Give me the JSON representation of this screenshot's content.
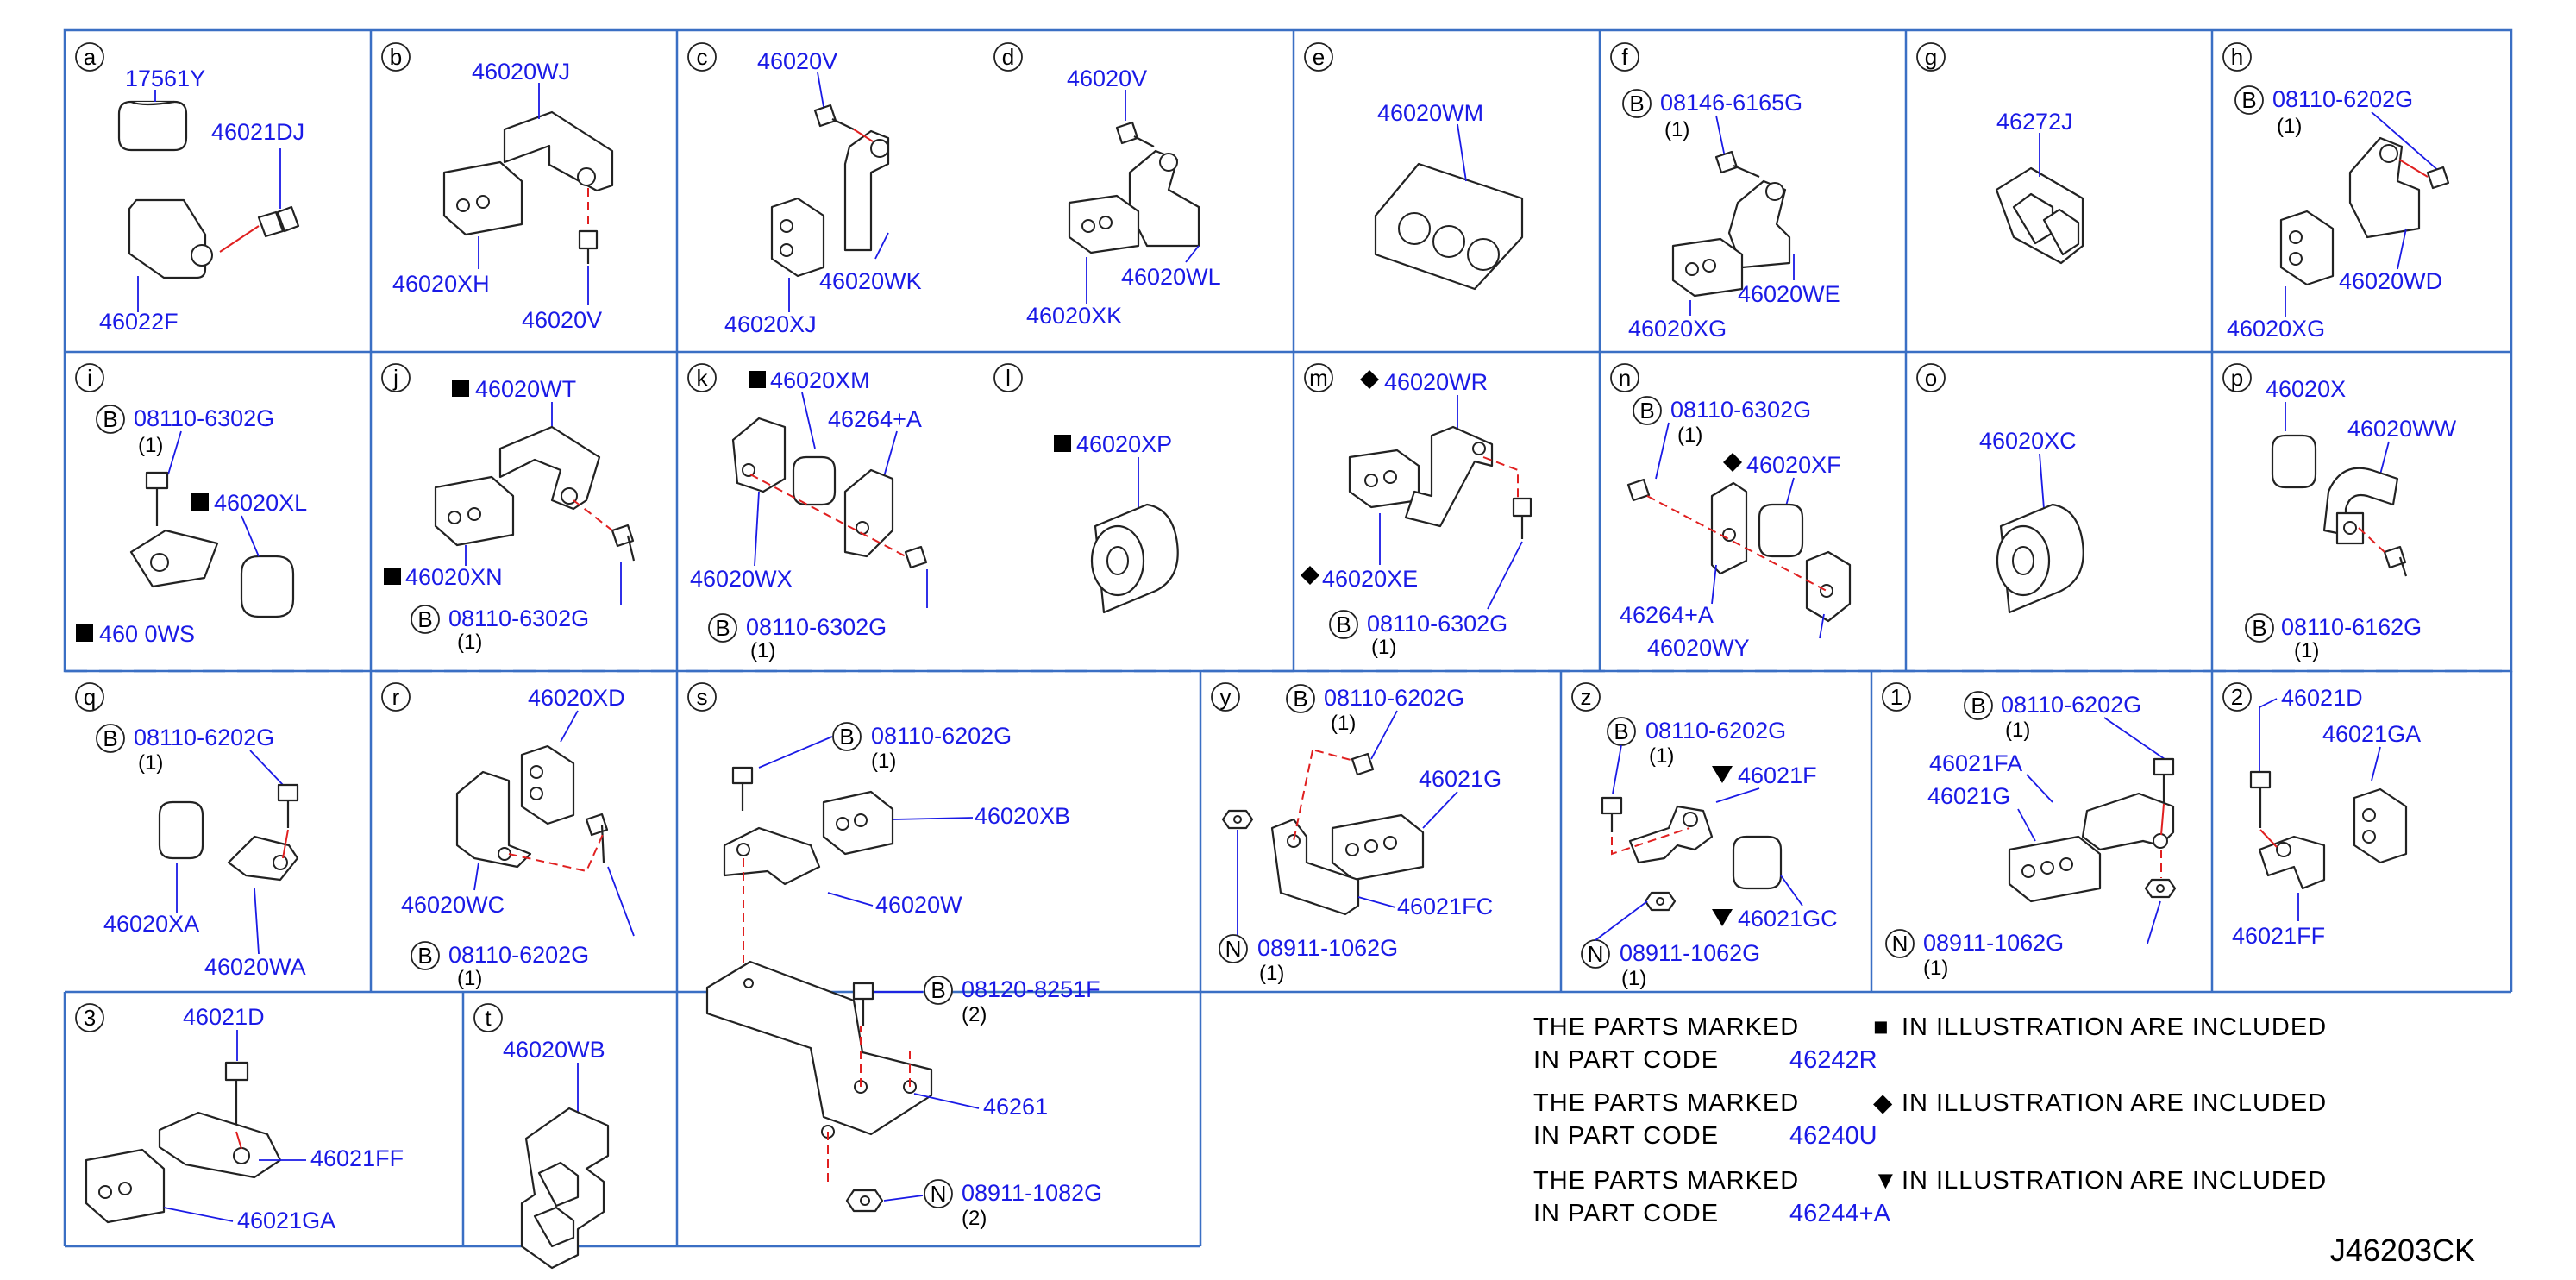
{
  "cells": [
    {
      "letter": "a",
      "parts": [
        "17561Y",
        "46021DJ",
        "46022F"
      ]
    },
    {
      "letter": "b",
      "parts": [
        "46020WJ",
        "46020XH",
        "46020V"
      ]
    },
    {
      "letter": "c",
      "parts": [
        "46020V",
        "46020WK",
        "46020XJ"
      ]
    },
    {
      "letter": "d",
      "parts": [
        "46020V",
        "46020WL",
        "46020XK"
      ]
    },
    {
      "letter": "e",
      "parts": [
        "46020WM"
      ]
    },
    {
      "letter": "f",
      "parts": [
        "08146-6165G",
        "46020WE",
        "46020XG"
      ],
      "qty": "(1)"
    },
    {
      "letter": "g",
      "parts": [
        "46272J"
      ]
    },
    {
      "letter": "h",
      "parts": [
        "08110-6202G",
        "46020WD",
        "46020XG"
      ],
      "qty": "(1)"
    },
    {
      "letter": "i",
      "parts": [
        "08110-6302G",
        "46020XL",
        "460 0WS"
      ],
      "qty": "(1)"
    },
    {
      "letter": "j",
      "parts": [
        "46020WT",
        "46020XN",
        "08110-6302G"
      ],
      "qty": "(1)"
    },
    {
      "letter": "k",
      "parts": [
        "46020XM",
        "46264+A",
        "46020WX",
        "08110-6302G"
      ],
      "qty": "(1)"
    },
    {
      "letter": "l",
      "parts": [
        "46020XP"
      ]
    },
    {
      "letter": "m",
      "parts": [
        "46020WR",
        "46020XE",
        "08110-6302G"
      ],
      "qty": "(1)"
    },
    {
      "letter": "n",
      "parts": [
        "08110-6302G",
        "46020XF",
        "46264+A",
        "46020WY"
      ],
      "qty": "(1)"
    },
    {
      "letter": "o",
      "parts": [
        "46020XC"
      ]
    },
    {
      "letter": "p",
      "parts": [
        "46020X",
        "46020WW",
        "08110-6162G"
      ],
      "qty": "(1)"
    },
    {
      "letter": "q",
      "parts": [
        "08110-6202G",
        "46020XA",
        "46020WA"
      ],
      "qty": "(1)"
    },
    {
      "letter": "r",
      "parts": [
        "46020XD",
        "46020WC",
        "08110-6202G"
      ],
      "qty": "(1)"
    },
    {
      "letter": "s",
      "parts": [
        "08110-6202G",
        "46020XB",
        "46020W",
        "08120-8251F",
        "46261",
        "08911-1082G"
      ],
      "qty": [
        "(1)",
        "(2)",
        "(2)"
      ]
    },
    {
      "letter": "y",
      "parts": [
        "08110-6202G",
        "46021G",
        "46021FC",
        "08911-1062G"
      ],
      "qty": "(1)"
    },
    {
      "letter": "z",
      "parts": [
        "08110-6202G",
        "46021F",
        "46021GC",
        "08911-1062G"
      ],
      "qty": "(1)"
    },
    {
      "letter": "1",
      "parts": [
        "08110-6202G",
        "46021FA",
        "46021G",
        "08911-1062G"
      ],
      "qty": "(1)"
    },
    {
      "letter": "2",
      "parts": [
        "46021D",
        "46021GA",
        "46021FF"
      ]
    },
    {
      "letter": "3",
      "parts": [
        "46021D",
        "46021FF",
        "46021GA"
      ]
    },
    {
      "letter": "t",
      "parts": [
        "46020WB"
      ]
    }
  ],
  "badges": {
    "bolt": "B",
    "nut": "N"
  },
  "notes": [
    {
      "line1": "THE   PARTS   MARKED",
      "mark": "■",
      "line1b": "IN   ILLUSTRATION   ARE   INCLUDED",
      "line2": "IN   PART   CODE",
      "code": "46242R"
    },
    {
      "line1": "THE   PARTS   MARKED",
      "mark": "◆",
      "line1b": "IN   ILLUSTRATION   ARE   INCLUDED",
      "line2": "IN   PART   CODE",
      "code": "46240U"
    },
    {
      "line1": "THE   PARTS   MARKED",
      "mark": "▼",
      "line1b": "IN   ILLUSTRATION   ARE   INCLUDED",
      "line2": "IN   PART   CODE",
      "code": "46244+A"
    }
  ],
  "marks": {
    "square": "■",
    "diamond": "◆",
    "triangle": "▼"
  },
  "ref_code": "J46203CK",
  "colors": {
    "part_number": "#1a1ae6",
    "grid": "#3a6fc4",
    "hidden_line": "#e02020"
  }
}
